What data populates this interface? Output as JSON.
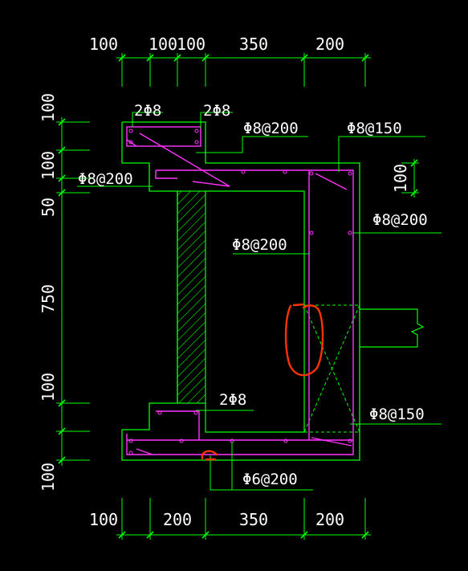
{
  "drawing": {
    "colors": {
      "background": "#000000",
      "outline": "#00ff00",
      "rebar": "#ff33ff",
      "hidden": "#00ff00",
      "text": "#ffffff",
      "markup": "#ff3300",
      "hatch": "#00ff00"
    },
    "top_dimensions": [
      "100",
      "100",
      "100",
      "350",
      "200"
    ],
    "bottom_dimensions": [
      "100",
      "200",
      "350",
      "200"
    ],
    "left_dimensions": [
      "100",
      "100",
      "50",
      "750",
      "100",
      "100"
    ],
    "right_dimension": "100",
    "rebar_labels": {
      "top_left_bars": "2Φ8",
      "top_right_bars": "2Φ8",
      "top_stirrup": "Φ8@200",
      "top_right_stirrup": "Φ8@150",
      "left_stirrup": "Φ8@200",
      "right_stirrup": "Φ8@200",
      "inner_stirrup": "Φ8@200",
      "bottom_bars": "2Φ8",
      "bottom_right_stirrup": "Φ8@150",
      "bottom_stirrup": "Φ6@200"
    }
  }
}
